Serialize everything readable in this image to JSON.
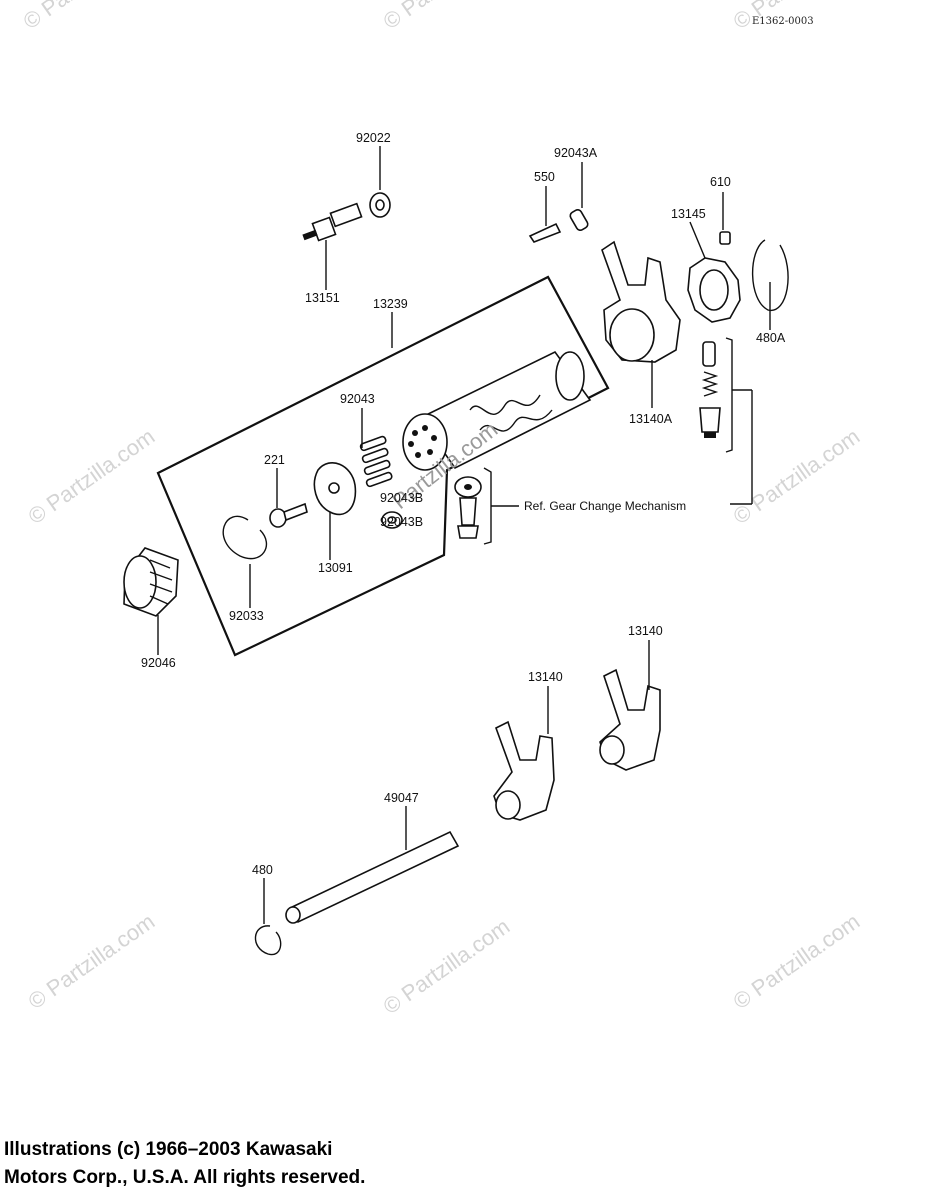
{
  "diagram_code": "E1362-0003",
  "watermark": "© Partzilla.com",
  "center_watermark": "Partzilla.com",
  "parts": {
    "p92022": "92022",
    "p13151": "13151",
    "p13239": "13239",
    "p92043": "92043",
    "p221": "221",
    "p92043B_a": "92043B",
    "p92043B_b": "92043B",
    "p13091": "13091",
    "p92033": "92033",
    "p92046": "92046",
    "p92043A": "92043A",
    "p550": "550",
    "p610": "610",
    "p13145": "13145",
    "p480A": "480A",
    "p13140A": "13140A",
    "p13140_left": "13140",
    "p13140_right": "13140",
    "p49047": "49047",
    "p480": "480"
  },
  "reference_note": "Ref.  Gear Change Mechanism",
  "copyright": {
    "line1": "Illustrations (c) 1966–2003 Kawasaki",
    "line2": "Motors Corp., U.S.A.  All rights reserved."
  }
}
